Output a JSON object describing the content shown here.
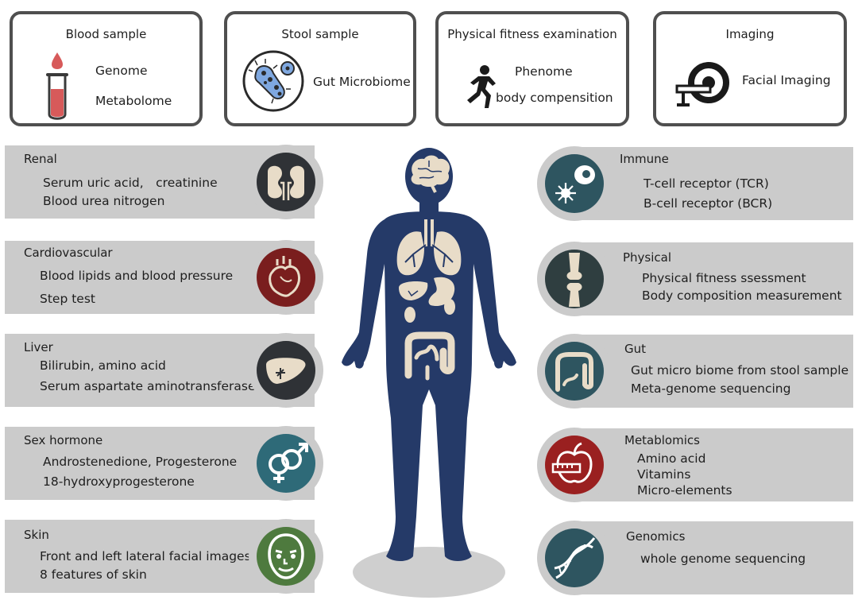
{
  "colors": {
    "body": "#253a68",
    "panel": "#cbcbcb",
    "renal": "#2f3236",
    "cardio": "#7a1e1e",
    "liver": "#2f3236",
    "sex": "#2e6a78",
    "skin": "#4e7a3e",
    "immune": "#2e5560",
    "physical": "#2f3e40",
    "gut": "#2e5560",
    "metab": "#9a2020",
    "genomics": "#2e5560"
  },
  "samples": [
    {
      "title": "Blood sample",
      "lines": [
        "Genome",
        "Metabolome"
      ],
      "icon": "test-tube-icon"
    },
    {
      "title": "Stool sample",
      "lines": [
        "Gut Microbiome"
      ],
      "icon": "bacteria-icon"
    },
    {
      "title": "Physical fitness examination",
      "lines": [
        "Phenome",
        "body compensition"
      ],
      "icon": "runner-icon"
    },
    {
      "title": "Imaging",
      "lines": [
        "Facial Imaging"
      ],
      "icon": "mri-scanner-icon"
    }
  ],
  "left_panels": [
    {
      "title": "Renal",
      "lines": [
        "Serum uric acid,　creatinine",
        "Blood urea nitrogen"
      ],
      "icon": "kidneys-icon"
    },
    {
      "title": "Cardiovascular",
      "lines": [
        "Blood lipids and blood pressure",
        "Step test"
      ],
      "icon": "heart-icon"
    },
    {
      "title": "Liver",
      "lines": [
        "Bilirubin, amino acid",
        "Serum aspartate aminotransferase"
      ],
      "icon": "liver-icon"
    },
    {
      "title": "Sex hormone",
      "lines": [
        "Androstenedione, Progesterone",
        "18-hydroxyprogesterone"
      ],
      "icon": "gender-symbols-icon"
    },
    {
      "title": "Skin",
      "lines": [
        "Front and left lateral facial images",
        "8 features of skin"
      ],
      "icon": "face-mask-icon"
    }
  ],
  "right_panels": [
    {
      "title": "Immune",
      "lines": [
        "T-cell receptor (TCR)",
        "B-cell receptor (BCR)"
      ],
      "icon": "immune-cell-icon"
    },
    {
      "title": "Physical",
      "lines": [
        "Physical fitness ssessment",
        "Body composition measurement"
      ],
      "icon": "knee-joint-icon"
    },
    {
      "title": "Gut",
      "lines": [
        "Gut micro biome from stool sample",
        "Meta-genome sequencing"
      ],
      "icon": "intestine-icon"
    },
    {
      "title": "Metablomics",
      "lines": [
        "Amino acid",
        "Vitamins",
        "Micro-elements"
      ],
      "icon": "apple-tape-icon"
    },
    {
      "title": "Genomics",
      "lines": [
        "whole genome sequencing"
      ],
      "icon": "dna-icon"
    }
  ]
}
